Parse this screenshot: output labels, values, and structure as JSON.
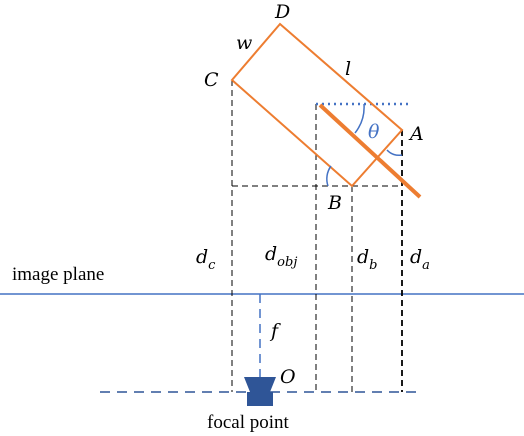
{
  "colors": {
    "orange": "#ED7D31",
    "blue": "#4472C4",
    "black": "#000000",
    "camera": "#2F5597"
  },
  "labels": {
    "corner_a": "A",
    "corner_b": "B",
    "corner_c": "C",
    "corner_d": "D",
    "side_w": "w",
    "side_l": "l",
    "angle_theta": "θ",
    "image_plane": "image plane",
    "focal_length": "f",
    "origin": "O",
    "focal_point": "focal point",
    "dist_c": {
      "main": "d",
      "sub": "c"
    },
    "dist_obj": {
      "main": "d",
      "sub": "obj"
    },
    "dist_b": {
      "main": "d",
      "sub": "b"
    },
    "dist_a": {
      "main": "d",
      "sub": "a"
    }
  }
}
